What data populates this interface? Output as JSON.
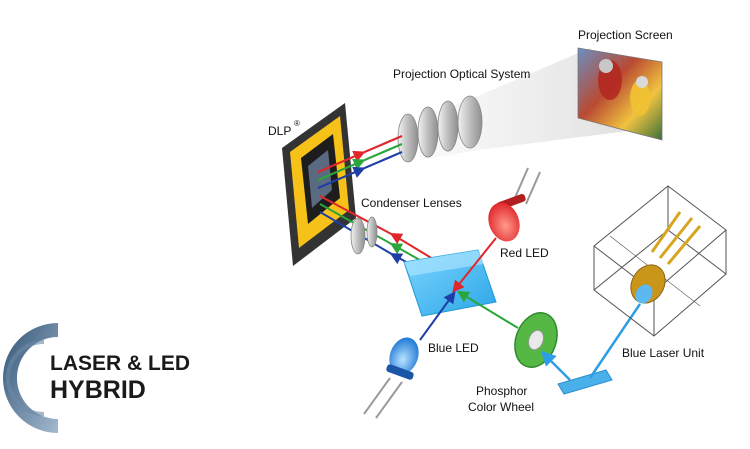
{
  "labels": {
    "projection_screen": "Projection Screen",
    "projection_optical_system": "Projection  Optical System",
    "dlp": "DLP",
    "dlp_mark": "®",
    "condenser_lenses": "Condenser Lenses",
    "red_led": "Red LED",
    "blue_led": "Blue LED",
    "blue_laser_unit": "Blue Laser Unit",
    "phosphor_line1": "Phosphor",
    "phosphor_line2": "Color Wheel"
  },
  "logo": {
    "line1": "LASER & LED",
    "line2": "HYBRID"
  },
  "colors": {
    "red_light": "#e0262b",
    "green_light": "#2aa63a",
    "blue_light": "#1f3fa8",
    "laser_light": "#2d9ee6",
    "dlp_frame": "#f6c21a",
    "prism": "#38b6f0",
    "phosphor_wheel": "#55b845"
  }
}
